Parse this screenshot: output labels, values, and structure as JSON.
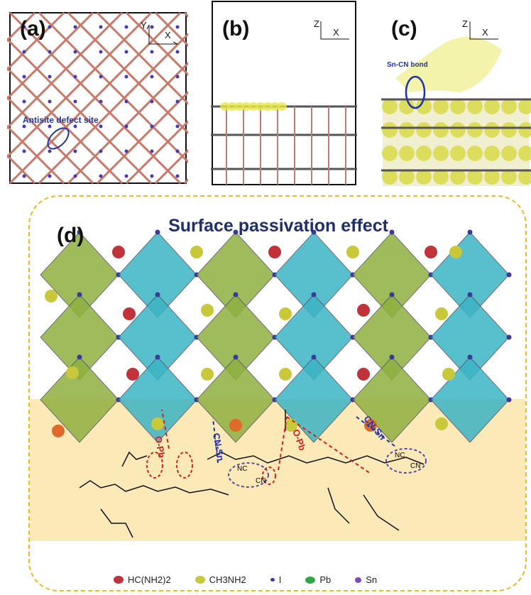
{
  "panels": {
    "a": {
      "label": "(a)",
      "axis_y": "Y",
      "axis_x": "X",
      "annotation": "Antisite defect site"
    },
    "b": {
      "label": "(b)",
      "axis_z": "Z",
      "axis_x": "X"
    },
    "c": {
      "label": "(c)",
      "axis_z": "Z",
      "axis_x": "X",
      "annotation": "Sn-CN bond"
    },
    "d": {
      "label": "(d)",
      "title": "Surface passivation effect",
      "annotations": [
        "O-Pb",
        "CN-Sn",
        "O-Pb",
        "CN-Sn"
      ],
      "molecule_labels": [
        "NC",
        "CN",
        "NC",
        "CN"
      ]
    }
  },
  "legend": [
    {
      "label": "HC(NH2)2",
      "color": "#c0333a"
    },
    {
      "label": "CH3NH2",
      "color": "#c8c83a"
    },
    {
      "label": "I",
      "color": "#3a3a9a"
    },
    {
      "label": "Pb",
      "color": "#2fa84a"
    },
    {
      "label": "Sn",
      "color": "#7a4ac0"
    }
  ],
  "colors": {
    "title": "#1f2f6b",
    "band": "#fbe9b8",
    "dash": "#e8b92a",
    "green_oct": "#8fb040",
    "cyan_oct": "#3cb4c4"
  }
}
